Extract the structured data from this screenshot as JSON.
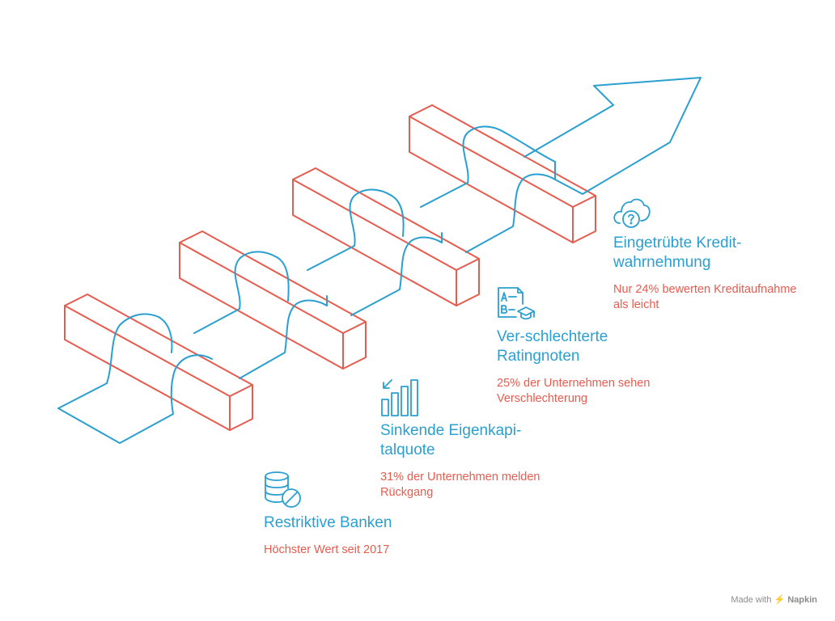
{
  "items": [
    {
      "title": "Eingetrübte Kredit-\nwahrnehmung",
      "desc": "Nur 24% bewerten Kreditaufnahme\nals leicht",
      "icon": "cloud-question-icon"
    },
    {
      "title": "Ver-schlechterte\nRatingnoten",
      "desc": "25% der Unternehmen sehen\nVerschlechterung",
      "icon": "ab-rating-list-icon"
    },
    {
      "title": "Sinkende Eigenkapi-\ntalquote",
      "desc": "31% der Unternehmen melden\nRückgang",
      "icon": "declining-bar-chart-icon"
    },
    {
      "title": "Restriktive Banken",
      "desc": "Höchster Wert seit 2017",
      "icon": "database-blocked-icon"
    }
  ],
  "footer": {
    "made_with": "Made with",
    "brand": "Napkin"
  },
  "colors": {
    "ribbon": "#2a9fd0",
    "brick": "#e65c4f",
    "text_blue": "#2a9fd0",
    "text_red": "#e65c4f"
  }
}
